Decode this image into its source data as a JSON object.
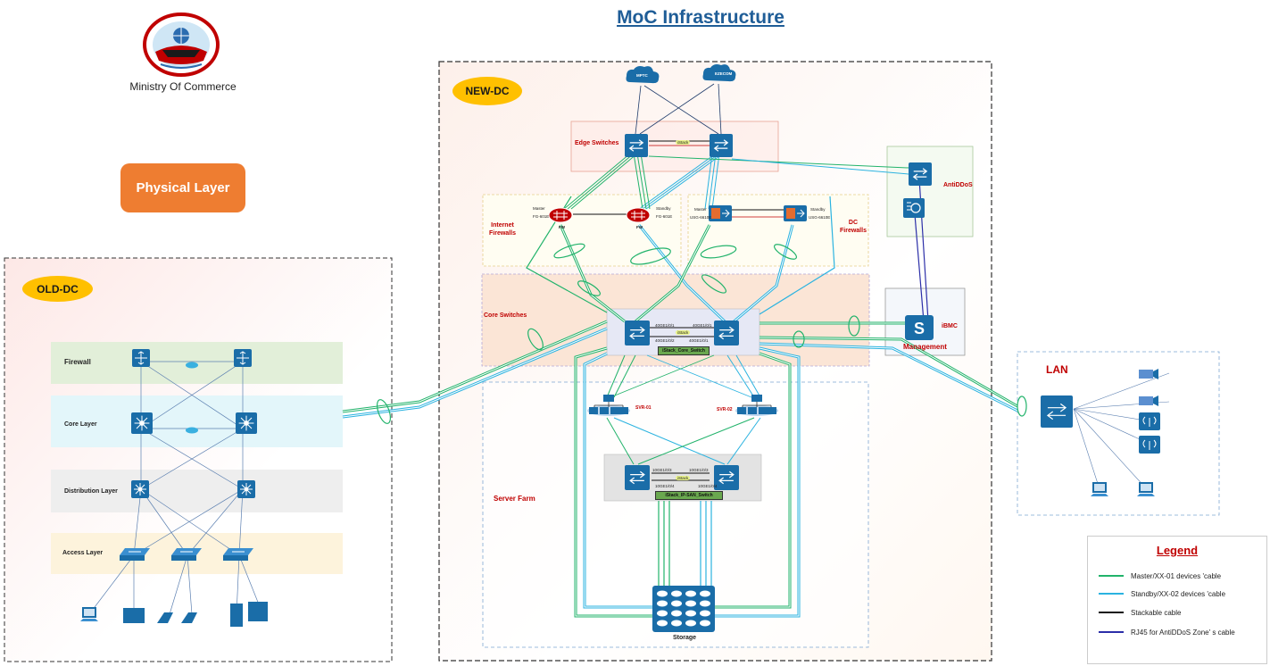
{
  "title": "MoC  Infrastructure",
  "org_name": "Ministry Of Commerce",
  "physical_layer_label": "Physical Layer",
  "zones": {
    "old_dc": "OLD-DC",
    "new_dc": "NEW-DC",
    "lan": "LAN"
  },
  "old_dc_layers": [
    "Firewall",
    "Core Layer",
    "Distribution Layer",
    "Access Layer"
  ],
  "new_dc_areas": {
    "edge": "Edge Switches",
    "internet_fw": "Internet\nFirewalls",
    "dc_fw": "DC\nFirewalls",
    "core": "Core Switches",
    "server_farm": "Server Farm",
    "antiddos": "AntiDDoS",
    "mgmt": "Management",
    "ibmc": "iBMC",
    "storage": "Storage"
  },
  "isp": [
    "MPTC",
    "EZECOM"
  ],
  "stack_labels": {
    "core": "iStack_Core_Switch",
    "ipsan": "iStack_IP-SAN_Switch",
    "istack": "iStack"
  },
  "fw_labels": {
    "master": "Master",
    "standby": "Standby",
    "inet_model_a": "FG-601E",
    "inet_model_b": "FG-601E",
    "dc_model_a": "USG-6610E",
    "dc_model_b": "USG-6610E",
    "fw": "FW"
  },
  "svr_labels": [
    "SVR-01",
    "SVR-02"
  ],
  "port_labels": {
    "core_a_top": "40GE1/0/1",
    "core_b_top": "40GE1/0/1",
    "core_a_bot": "40GE1/0/2",
    "core_b_bot": "40GE1/0/1",
    "san_a_top": "10GE1/0/3",
    "san_b_top": "10GE1/0/3",
    "san_a_bot": "10GE1/0/4",
    "san_b_bot": "10GE1/0/4"
  },
  "legend": {
    "title": "Legend",
    "items": [
      {
        "label": "Master/XX-01 devices 'cable",
        "color": "#22b36b"
      },
      {
        "label": "Standby/XX-02 devices 'cable",
        "color": "#2bb3e0"
      },
      {
        "label": "Stackable cable",
        "color": "#111111"
      },
      {
        "label": "RJ45 for AntiDDoS Zone' s cable",
        "color": "#2b2ea8"
      }
    ]
  },
  "colors": {
    "master": "#22b36b",
    "standby": "#2bb3e0",
    "stack": "#111111",
    "rj45": "#2b2ea8",
    "device": "#1a6da8",
    "zone_badge": "#ffc000",
    "physical": "#ee7d31"
  }
}
